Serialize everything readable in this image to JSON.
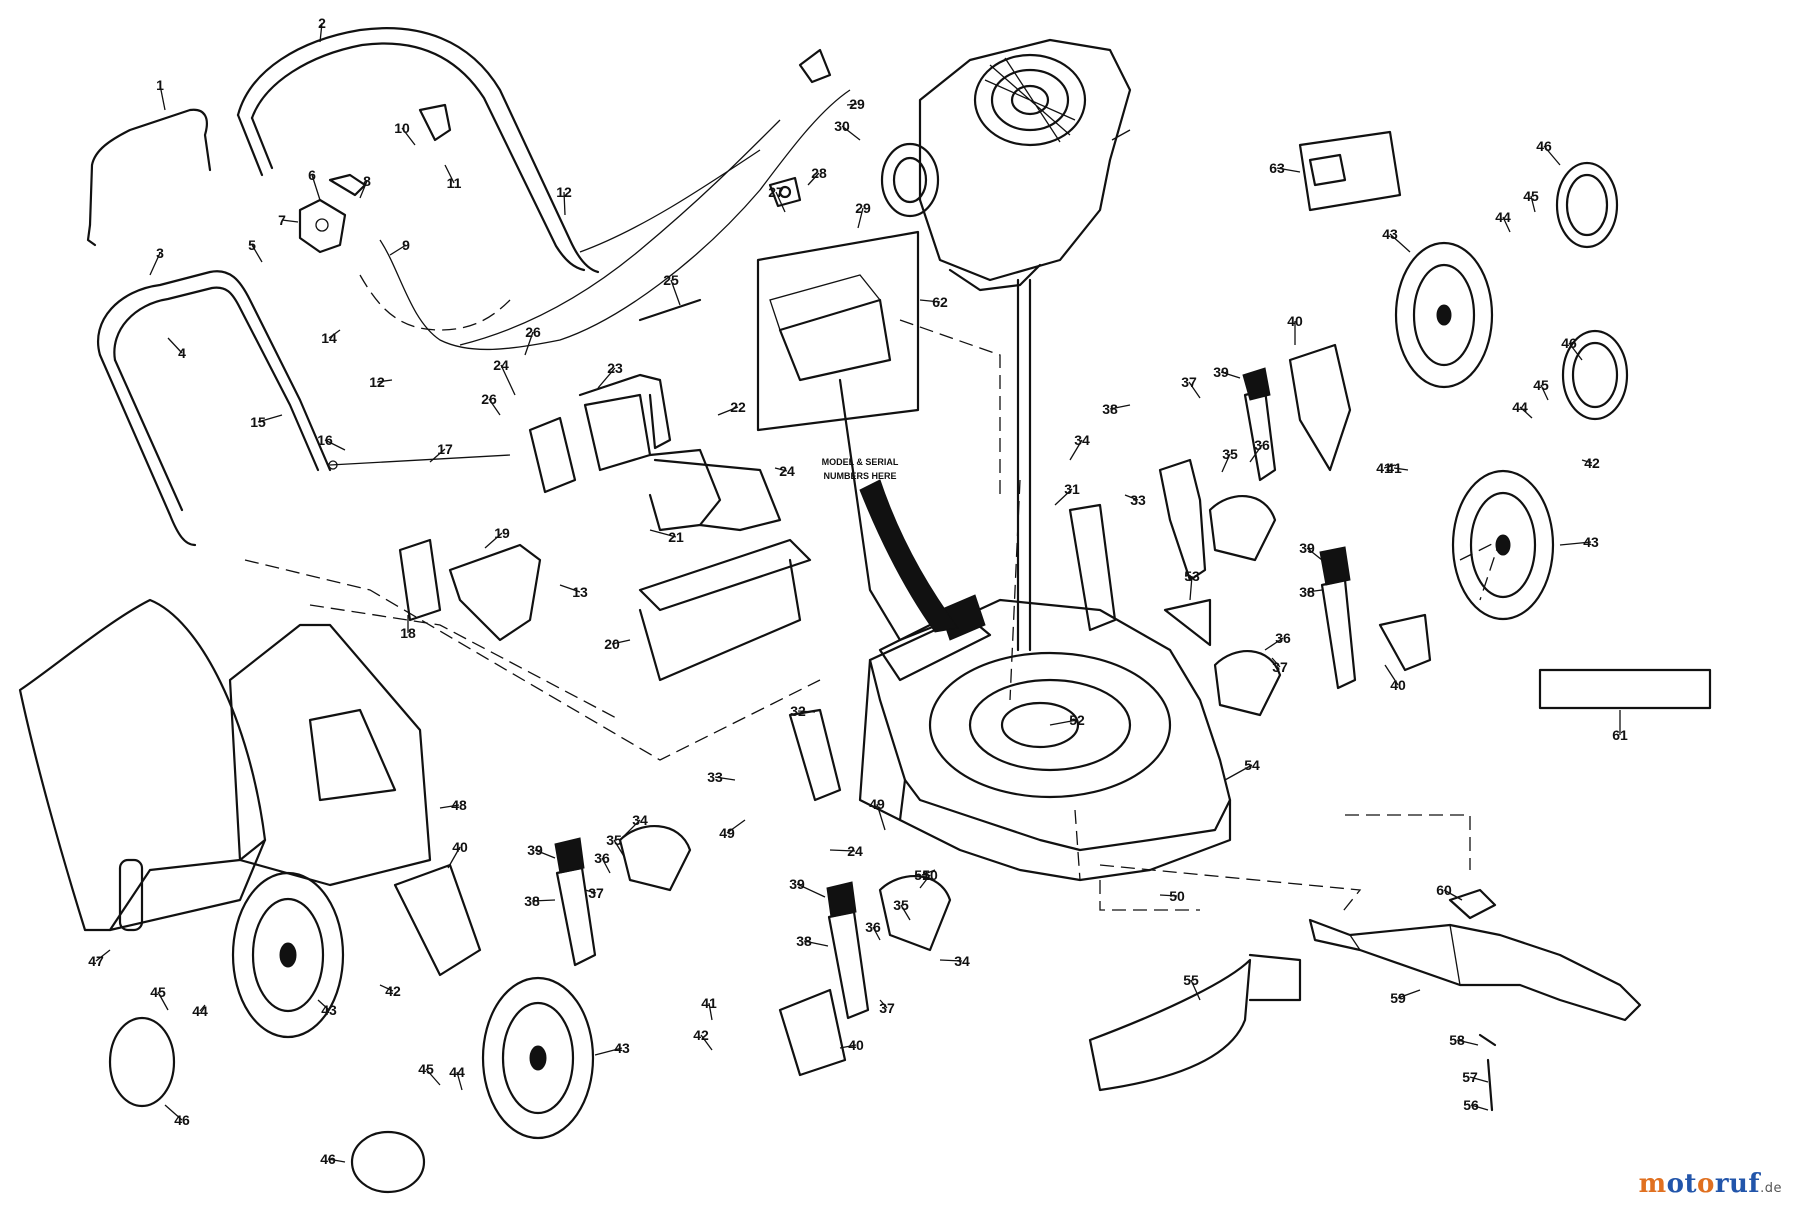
{
  "diagram": {
    "model_note_line1": "MODEL & SERIAL",
    "model_note_line2": "NUMBERS HERE",
    "callouts": [
      "1",
      "2",
      "3",
      "4",
      "5",
      "6",
      "7",
      "8",
      "9",
      "10",
      "11",
      "12",
      "13",
      "14",
      "15",
      "16",
      "17",
      "18",
      "19",
      "20",
      "21",
      "22",
      "23",
      "24",
      "25",
      "26",
      "27",
      "28",
      "29",
      "30",
      "31",
      "32",
      "33",
      "34",
      "35",
      "36",
      "37",
      "38",
      "39",
      "40",
      "41",
      "42",
      "43",
      "44",
      "45",
      "46",
      "47",
      "48",
      "49",
      "50",
      "51",
      "52",
      "53",
      "54",
      "55",
      "56",
      "57",
      "58",
      "59",
      "60",
      "61",
      "62",
      "63"
    ]
  },
  "brand": {
    "name": "motoruf",
    "domain": ".de",
    "colors": [
      "#2255aa",
      "#e07020"
    ]
  }
}
